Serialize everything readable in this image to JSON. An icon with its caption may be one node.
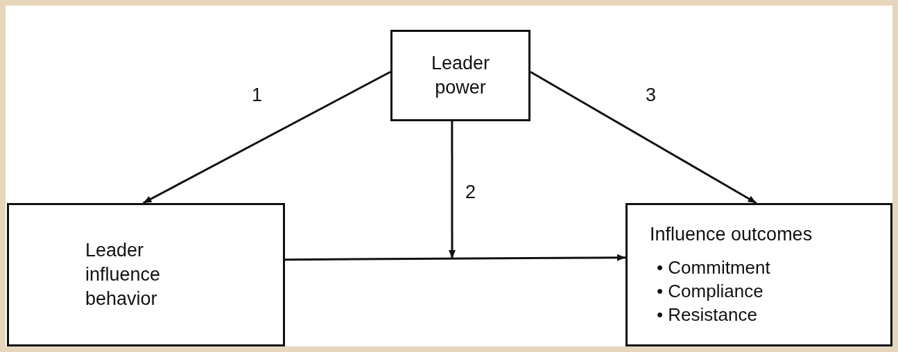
{
  "diagram": {
    "nodes": [
      {
        "text": [
          "Leader power"
        ]
      },
      {
        "text": [
          "Leader influence behavior"
        ]
      },
      {
        "text": [
          "Influence outcomes",
          "• Commitment",
          "• Compliance",
          "• Resistance"
        ]
      }
    ],
    "edges": [
      {
        "from": 0,
        "to": 1,
        "arrow": "to",
        "label": "1"
      },
      {
        "from": 0,
        "to": null,
        "arrow": "to",
        "label": "2"
      },
      {
        "from": 1,
        "to": 2,
        "arrow": "to"
      },
      {
        "from": 0,
        "to": 2,
        "arrow": "to",
        "label": "3"
      }
    ]
  }
}
